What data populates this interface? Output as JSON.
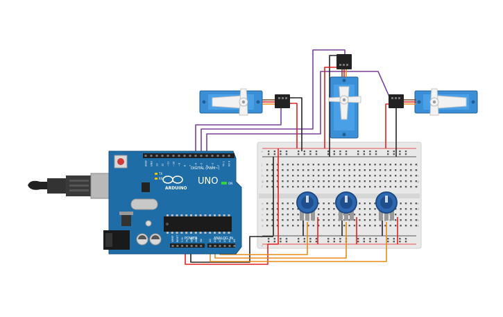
{
  "board": {
    "brand": "ARDUINO",
    "model": "UNO",
    "digital_label": "DIGITAL (PWM~)",
    "power_label": "POWER",
    "analog_label": "ANALOG IN",
    "on_label": "ON",
    "tx_label": "TX",
    "rx_label": "RX",
    "digital_pins": [
      "AREF",
      "GND",
      "13",
      "12",
      "~11",
      "~10",
      "~9",
      "8",
      "7",
      "~6",
      "~5",
      "4",
      "~3",
      "2",
      "TX 1",
      "RX 0"
    ],
    "power_pins": [
      "IOREF",
      "RESET",
      "3.3V",
      "5V",
      "GND",
      "GND",
      "Vin"
    ],
    "analog_pins": [
      "A0",
      "A1",
      "A2",
      "A3",
      "A4",
      "A5"
    ]
  },
  "breadboard": {
    "row_letters_top": [
      "j",
      "i",
      "h",
      "g",
      "f"
    ],
    "row_letters_bottom": [
      "e",
      "d",
      "c",
      "b",
      "a"
    ],
    "plus": "+",
    "minus": "-"
  },
  "colors": {
    "board": "#1f6da6",
    "servo": "#3a8fd6",
    "wire_red": "#e02020",
    "wire_black": "#222222",
    "wire_purple": "#7b3fa0",
    "wire_orange": "#e58a17",
    "pot": "#2d67b0"
  }
}
